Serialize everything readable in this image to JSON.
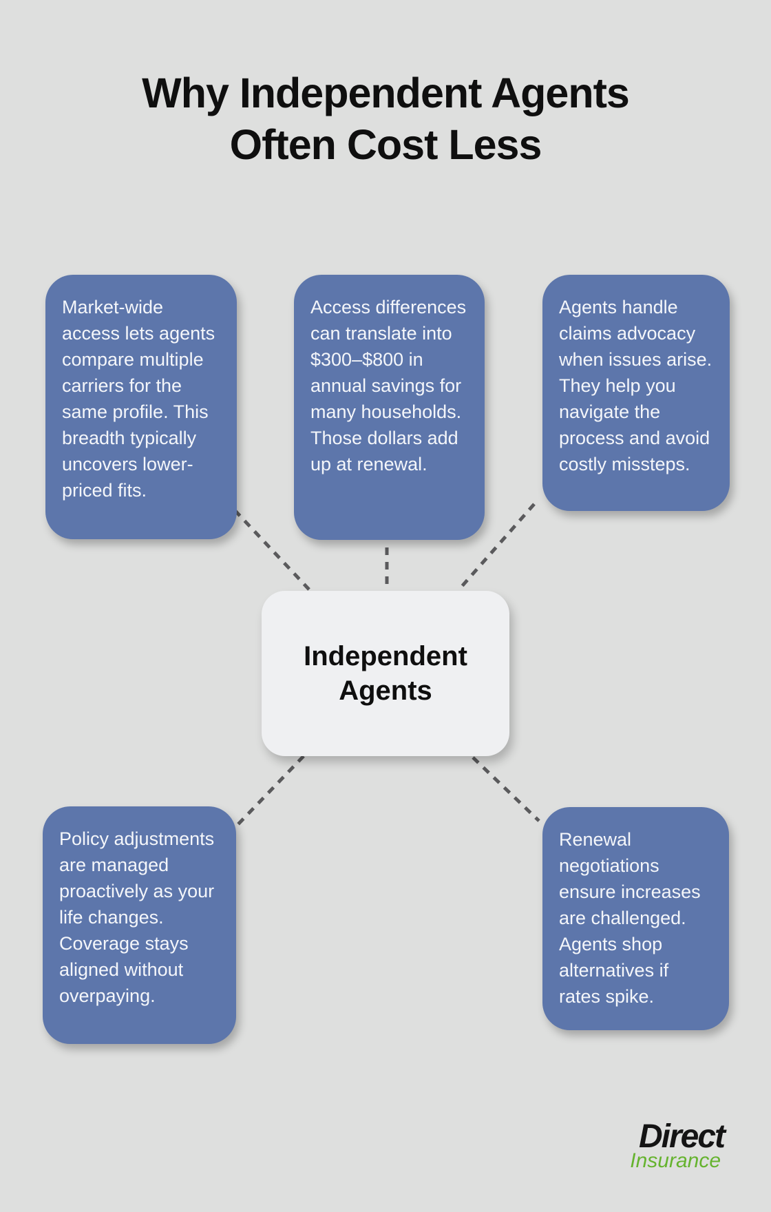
{
  "title": {
    "line1": "Why Independent Agents",
    "line2": "Often Cost Less"
  },
  "center": {
    "label": "Independent Agents"
  },
  "nodes": [
    {
      "id": "top-left",
      "text": "Market-wide access lets agents compare multiple carriers for the same profile. This breadth typically uncovers lower-priced fits."
    },
    {
      "id": "top-center",
      "text": "Access differences can translate into $300–$800 in annual savings for many households. Those dollars add up at renewal."
    },
    {
      "id": "top-right",
      "text": "Agents handle claims advocacy when issues arise. They help you navigate the process and avoid costly missteps."
    },
    {
      "id": "bottom-left",
      "text": "Policy adjustments are managed proactively as your life changes. Coverage stays aligned without overpaying."
    },
    {
      "id": "bottom-right",
      "text": "Renewal negotiations ensure increases are challenged. Agents shop alternatives if rates spike."
    }
  ],
  "logo": {
    "primary": "Direct",
    "secondary": "Insurance"
  },
  "colors": {
    "background": "#dedfde",
    "bubble": "#5d76ab",
    "bubble_text": "#f4f6fa",
    "center_bg": "#eff0f2",
    "connector": "#5a5a5c",
    "title_text": "#0f0f0f",
    "logo_green": "#65b32e"
  }
}
